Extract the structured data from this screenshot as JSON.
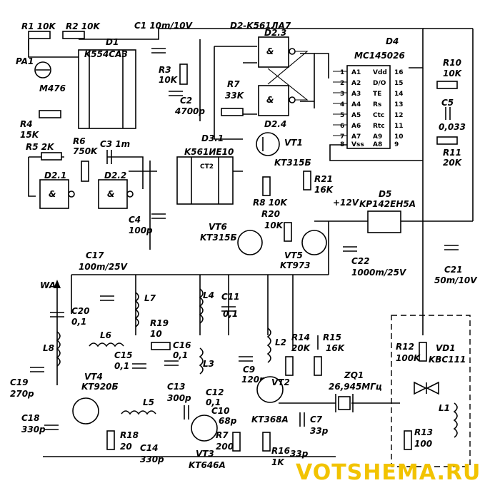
{
  "watermark": "VOTSHEMA.RU",
  "parts": {
    "r1": "R1 10K",
    "r2": "R2 10K",
    "d1": "D1",
    "d1_type": "K554CA3",
    "pa1": "PA1",
    "pa1_type": "M476",
    "r3": "R3",
    "r3_val": "10K",
    "r4": "R4",
    "r4_val": "15K",
    "c1": "C1 10m/10V",
    "c2": "C2",
    "c2_val": "4700p",
    "d2": "D2-K561ЛА7",
    "d23": "D2.3",
    "d24": "D2.4",
    "and_sym": "&",
    "r7": "R7",
    "r7_val": "33K",
    "vt1": "VT1",
    "vt1_type": "KT315Б",
    "d4": "D4",
    "d4_type": "MC145026",
    "r10": "R10",
    "r10_val": "10K",
    "c5": "C5",
    "c5_val": "0,033",
    "r11": "R11",
    "r11_val": "20K",
    "d3": "D3.1",
    "d3_type": "K561ИЕ10",
    "ct2": "CT2",
    "r5": "R5 2K",
    "r6": "R6",
    "r6_val": "750K",
    "c3": "C3 1m",
    "d21": "D2.1",
    "d22": "D2.2",
    "c4": "C4",
    "c4_val": "100p",
    "r8": "R8 10K",
    "r21": "R21",
    "r21_val": "16K",
    "supply": "+12V",
    "d5": "D5",
    "d5_type": "KP142EH5A",
    "vt6": "VT6",
    "vt6_type": "KT315Б",
    "vt5": "VT5",
    "vt5_type": "KT973",
    "r20": "R20",
    "r20_val": "10K",
    "c22": "C22",
    "c22_val": "1000m/25V",
    "c21": "C21",
    "c21_val": "50m/10V",
    "c17": "C17",
    "c17_val": "100m/25V",
    "wa": "WA",
    "c20": "C20",
    "c20_val": "0,1",
    "l8": "L8",
    "l6": "L6",
    "l7": "L7",
    "l4": "L4",
    "l3": "L3",
    "l5": "L5",
    "l2": "L2",
    "l1": "L1",
    "r19": "R19",
    "r19_val": "10",
    "c11": "C11",
    "c11_val": "0,1",
    "c15": "C15",
    "c15_val": "0,1",
    "c16": "C16",
    "c16_val": "0,1",
    "c13": "C13",
    "c13_val": "300p",
    "c12": "C12",
    "c12_val": "0,1",
    "c9": "C9",
    "c9_val": "120p",
    "c10": "C10",
    "c10_val": "68p",
    "c19": "C19",
    "c19_val": "270p",
    "c18": "C18",
    "c18_val": "330p",
    "vt4": "VT4",
    "vt4_type": "KT920Б",
    "r18": "R18",
    "r18_val": "20",
    "c14": "C14",
    "c14_val": "330p",
    "vt3": "VT3",
    "vt3_type": "KT646A",
    "r7b": "R7",
    "r7b_val": "200",
    "vt2": "VT2",
    "vt2_type": "KT368A",
    "r16": "R16",
    "r16_val": "1K",
    "r14": "R14",
    "r14_val": "20K",
    "r15": "R15",
    "r15_val": "16K",
    "c7": "C7",
    "c7_val": "33p",
    "c8_val": "33p",
    "zq1": "ZQ1",
    "zq1_freq": "26,945МГц",
    "r12": "R12",
    "r12_val": "100K",
    "vd1": "VD1",
    "vd1_type": "KBC111",
    "r13": "R13",
    "r13_val": "100"
  },
  "pins": {
    "a1": "A1",
    "a2": "A2",
    "a3": "A3",
    "a4": "A4",
    "a5": "A5",
    "a6": "A6",
    "a7": "A7",
    "vss": "Vss",
    "vdd": "Vdd",
    "do": "D/O",
    "te": "TE",
    "rs": "Rs",
    "ctc": "Ctc",
    "rtc": "Rtc",
    "a9": "A9",
    "a8": "A8"
  },
  "pinnums": {
    "p1": "1",
    "p2": "2",
    "p3": "3",
    "p4": "4",
    "p5": "5",
    "p6": "6",
    "p7": "7",
    "p8": "8",
    "p9": "9",
    "p10": "10",
    "p11": "11",
    "p12": "12",
    "p13": "13",
    "p14": "14",
    "p15": "15",
    "p16": "16"
  }
}
